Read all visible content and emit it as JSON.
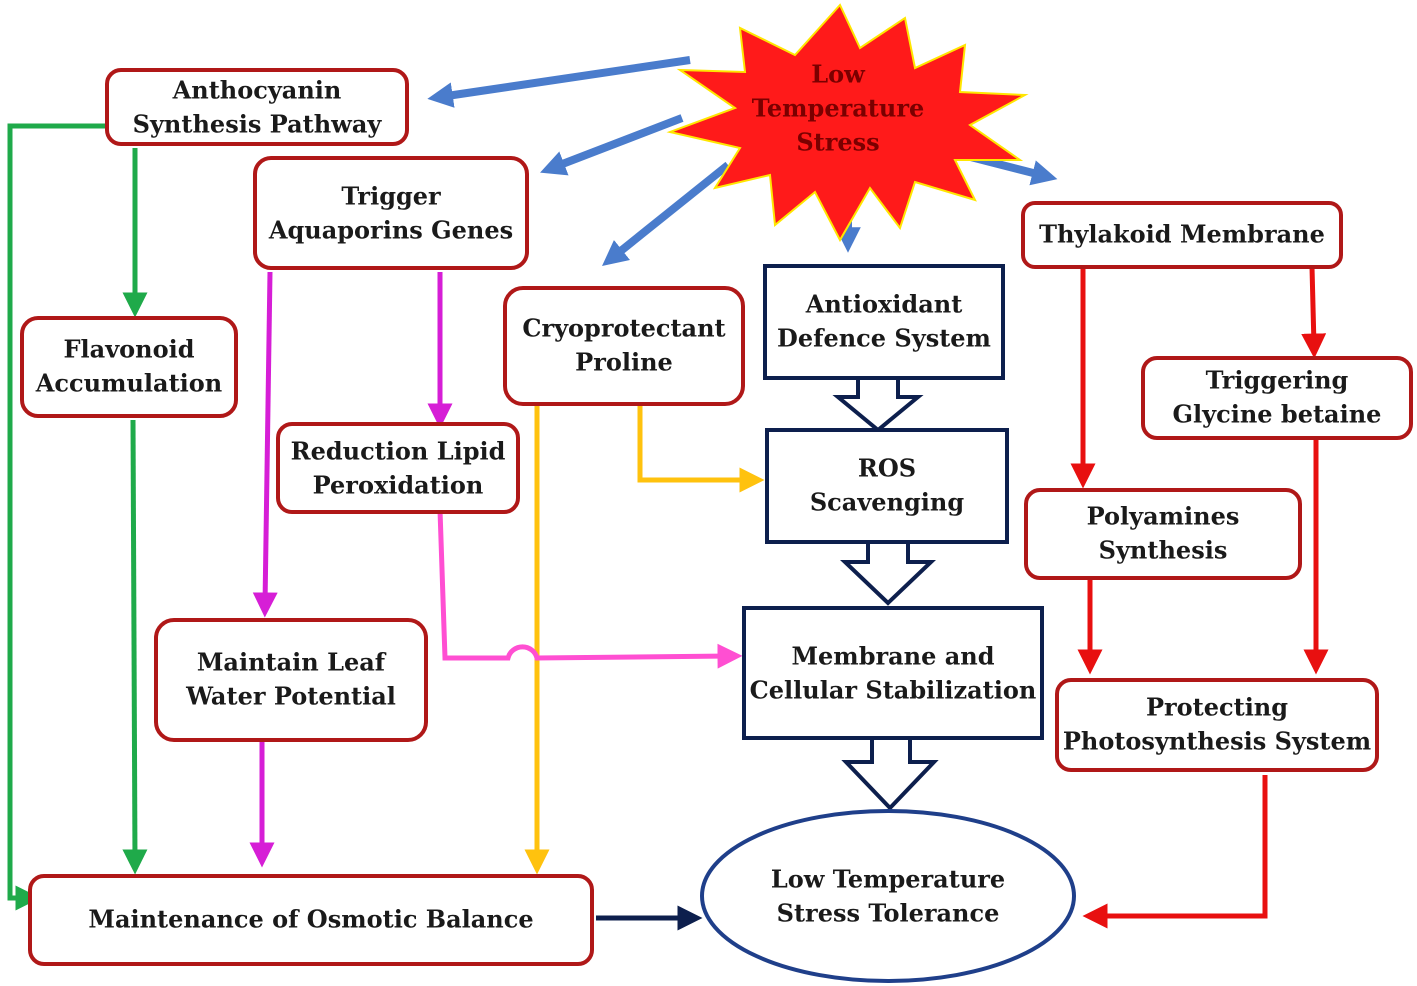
{
  "colors": {
    "box_border_red": "#b01818",
    "box_border_navy": "#0d1f4d",
    "stress_fill": "#ff1a1a",
    "stress_stroke": "#ffe600",
    "arrow_blue": "#4a7ccc",
    "arrow_green": "#1faa4a",
    "arrow_magenta": "#d61ed6",
    "arrow_pink": "#ff4fd2",
    "arrow_yellow": "#ffc20e",
    "arrow_red": "#e81010",
    "arrow_navy": "#0d1f4d"
  },
  "nodes": {
    "stress": {
      "line1": "Low",
      "line2": "Temperature",
      "line3": "Stress"
    },
    "anthocyanin": {
      "line1": "Anthocyanin",
      "line2": "Synthesis Pathway"
    },
    "aquaporins": {
      "line1": "Trigger",
      "line2": "Aquaporins Genes"
    },
    "flavonoid": {
      "line1": "Flavonoid",
      "line2": "Accumulation"
    },
    "lipid": {
      "line1": "Reduction Lipid",
      "line2": "Peroxidation"
    },
    "proline": {
      "line1": "Cryoprotectant",
      "line2": "Proline"
    },
    "antioxidant": {
      "line1": "Antioxidant",
      "line2": "Defence System"
    },
    "ros": {
      "line1": "ROS",
      "line2": "Scavenging"
    },
    "membrane": {
      "line1": "Membrane and",
      "line2": "Cellular Stabilization"
    },
    "leaf": {
      "line1": "Maintain Leaf",
      "line2": "Water Potential"
    },
    "osmotic": {
      "line1": "Maintenance of Osmotic Balance"
    },
    "tolerance": {
      "line1": "Low Temperature",
      "line2": "Stress Tolerance"
    },
    "thylakoid": {
      "line1": "Thylakoid Membrane"
    },
    "glycine": {
      "line1": "Triggering",
      "line2": "Glycine betaine"
    },
    "polyamines": {
      "line1": "Polyamines",
      "line2": "Synthesis"
    },
    "photosynthesis": {
      "line1": "Protecting",
      "line2": "Photosynthesis System"
    }
  }
}
